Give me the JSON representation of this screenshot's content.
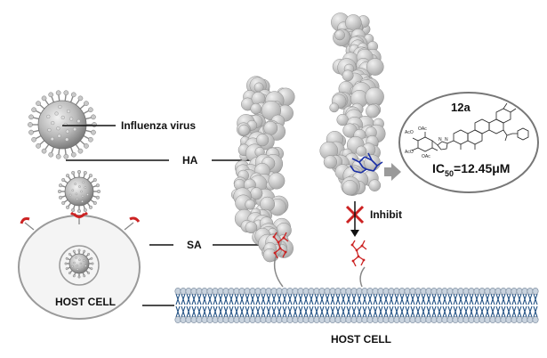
{
  "labels": {
    "influenza_virus": "Influenza virus",
    "ha": "HA",
    "sa": "SA",
    "host_cell_inner": "HOST CELL",
    "host_cell_membrane": "HOST CELL",
    "inhibit": "Inhibit",
    "compound_name": "12a",
    "ic50_prefix": "IC",
    "ic50_subscript": "50",
    "ic50_value": "=12.45μM"
  },
  "colors": {
    "membrane_blue": "#1f4f82",
    "protein_gray": "#c8c8c8",
    "sa_red": "#cc2222",
    "ligand_blue": "#1a2fa6",
    "inhibit_x": "#cc2222",
    "arrow_gray": "#999999"
  }
}
